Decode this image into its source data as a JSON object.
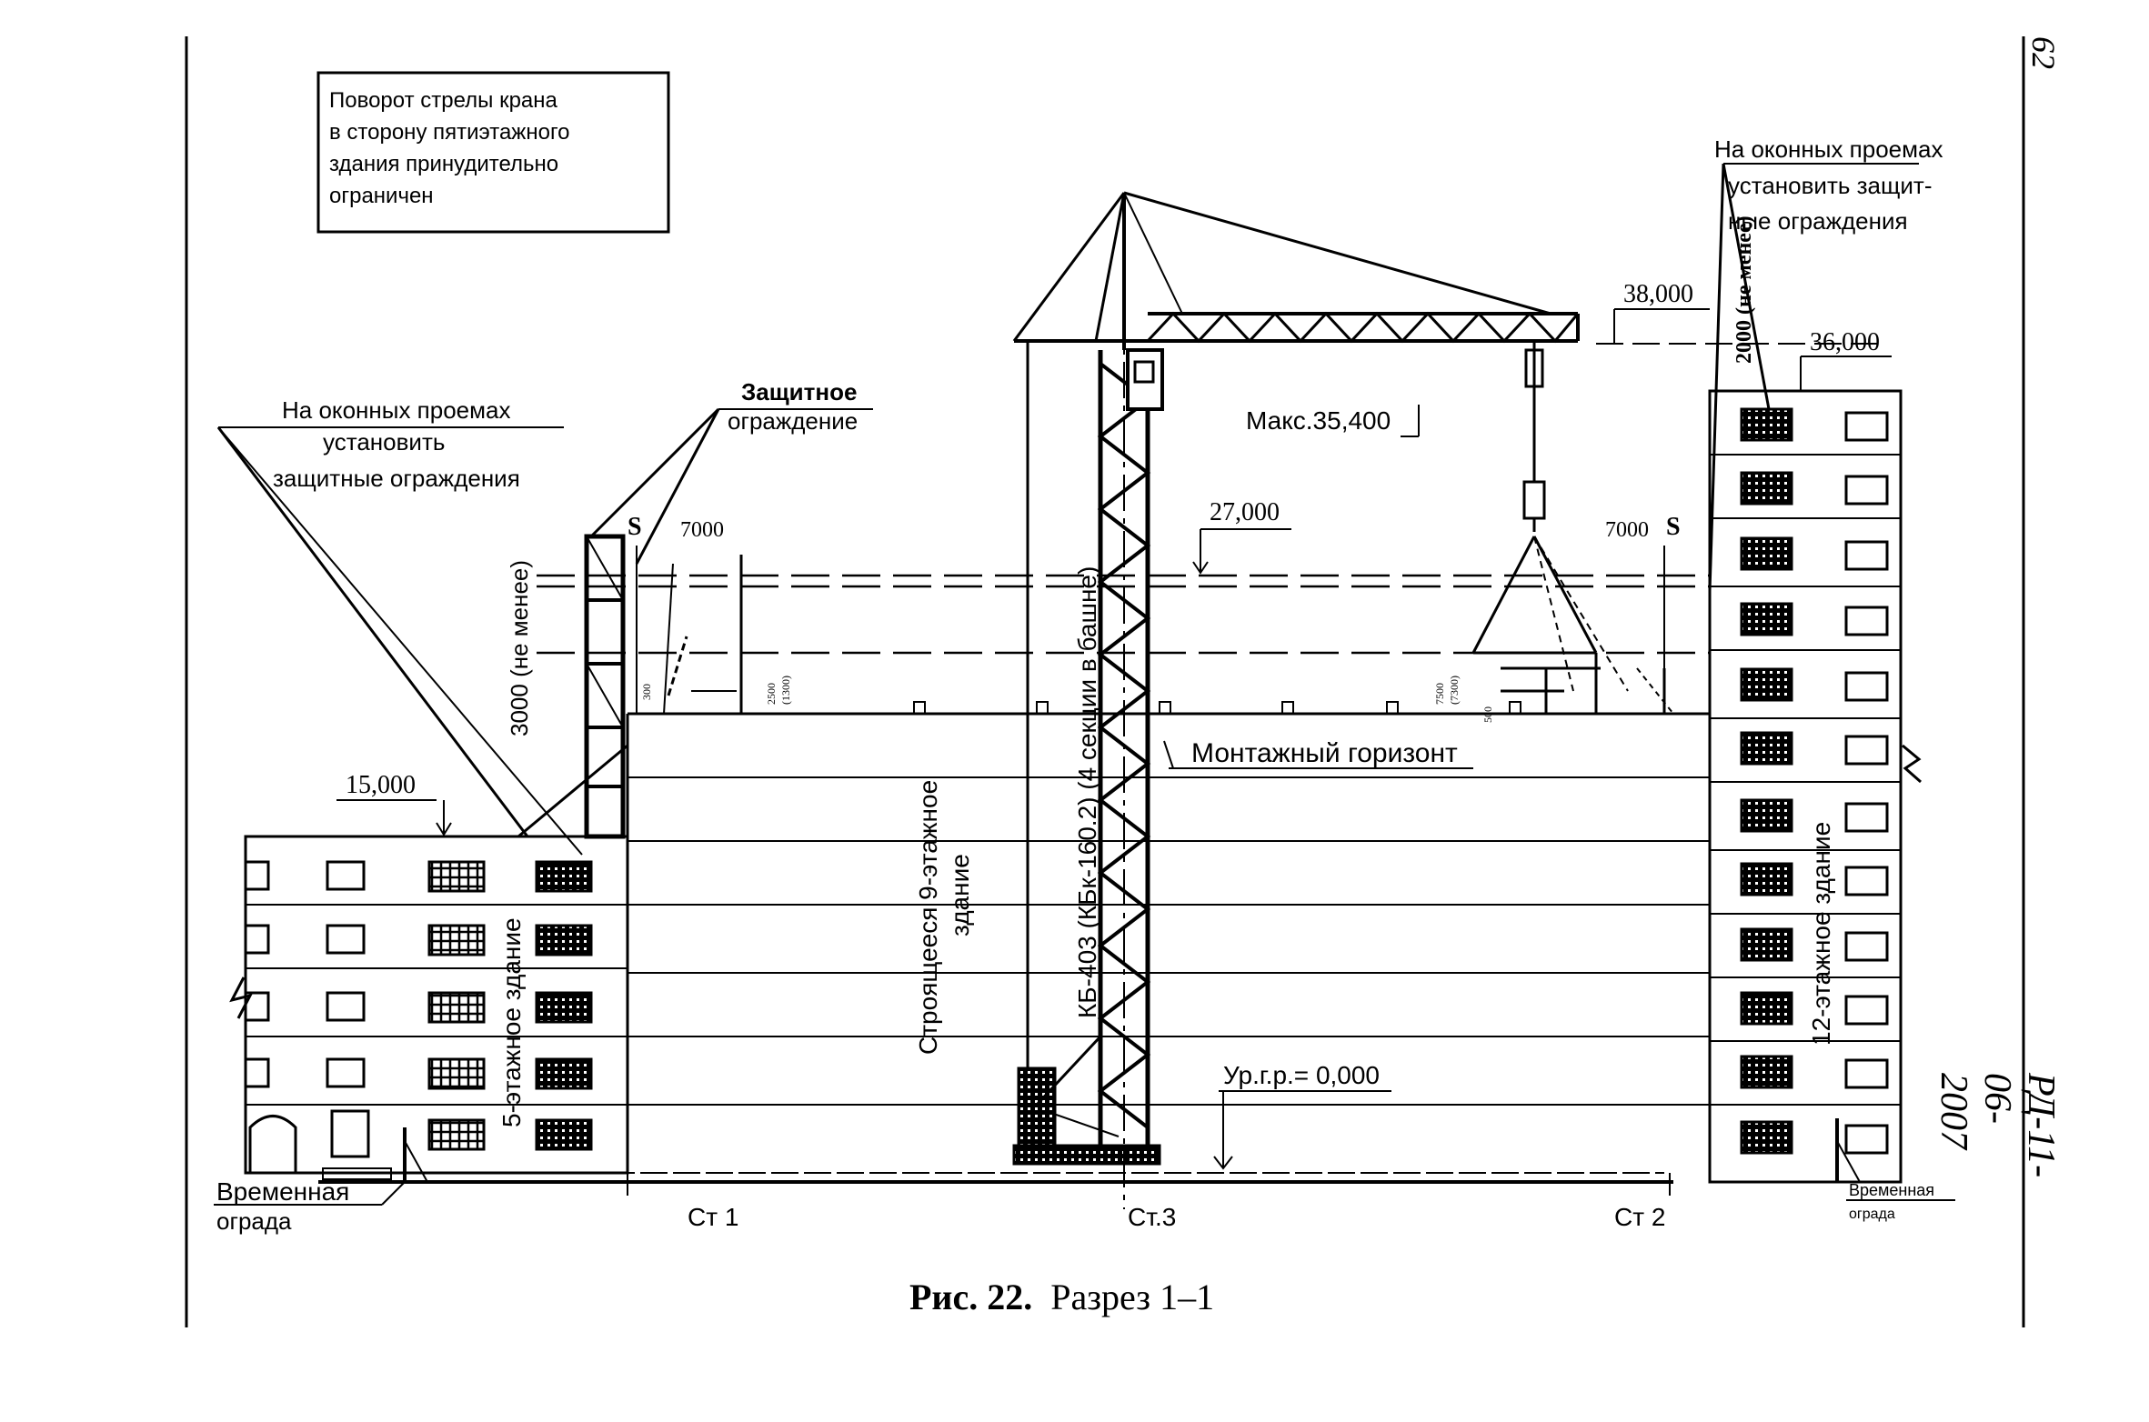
{
  "page_number": "62",
  "document_code": "РД-11-06-2007",
  "caption": {
    "figure": "Рис. 22.",
    "title": "Разрез 1–1"
  },
  "notes": {
    "boom_restriction": [
      "Поворот стрелы крана",
      "в сторону пятиэтажного",
      "здания принудительно",
      "ограничен"
    ],
    "left_windows": [
      "На оконных проемах",
      "установить",
      "защитные ограждения"
    ],
    "right_windows": [
      "На оконных проемах",
      "установить защит-",
      "ные ограждения"
    ],
    "protective_fence": [
      "Защитное",
      "ограждение"
    ],
    "temp_fence_left": [
      "Временная",
      "ограда"
    ],
    "temp_fence_right": [
      "Временная",
      "ограда"
    ],
    "mounting_horizon": "Монтажный горизонт"
  },
  "elevations": {
    "left_roof": "15,000",
    "right_roof": "36,000",
    "crane_top": "38,000",
    "hook_max": "Макс.35,400",
    "mid_level": "27,000",
    "ground": "Ур.г.р.= 0,000"
  },
  "dimensions": {
    "d3000": "3000 (не менее)",
    "d2000": "2000 (не менее)",
    "d7000_left": "7000",
    "d7000_right": "7000",
    "sb_left": "S",
    "sb_right": "S",
    "d2500": "2500",
    "d1300": "(1300)",
    "d7500": "7500",
    "d7300": "(7300)",
    "d500": "500",
    "d300": "300"
  },
  "buildings": {
    "five_story": "5-этажное здание",
    "nine_story": [
      "Строящееся 9-этажное",
      "здание"
    ],
    "twelve_story": "12-этажное здание",
    "crane": "КБ-403 (КБк-160.2) (4 секции в башне)"
  },
  "axes": [
    "Ст 1",
    "Ст.3",
    "Ст 2"
  ]
}
